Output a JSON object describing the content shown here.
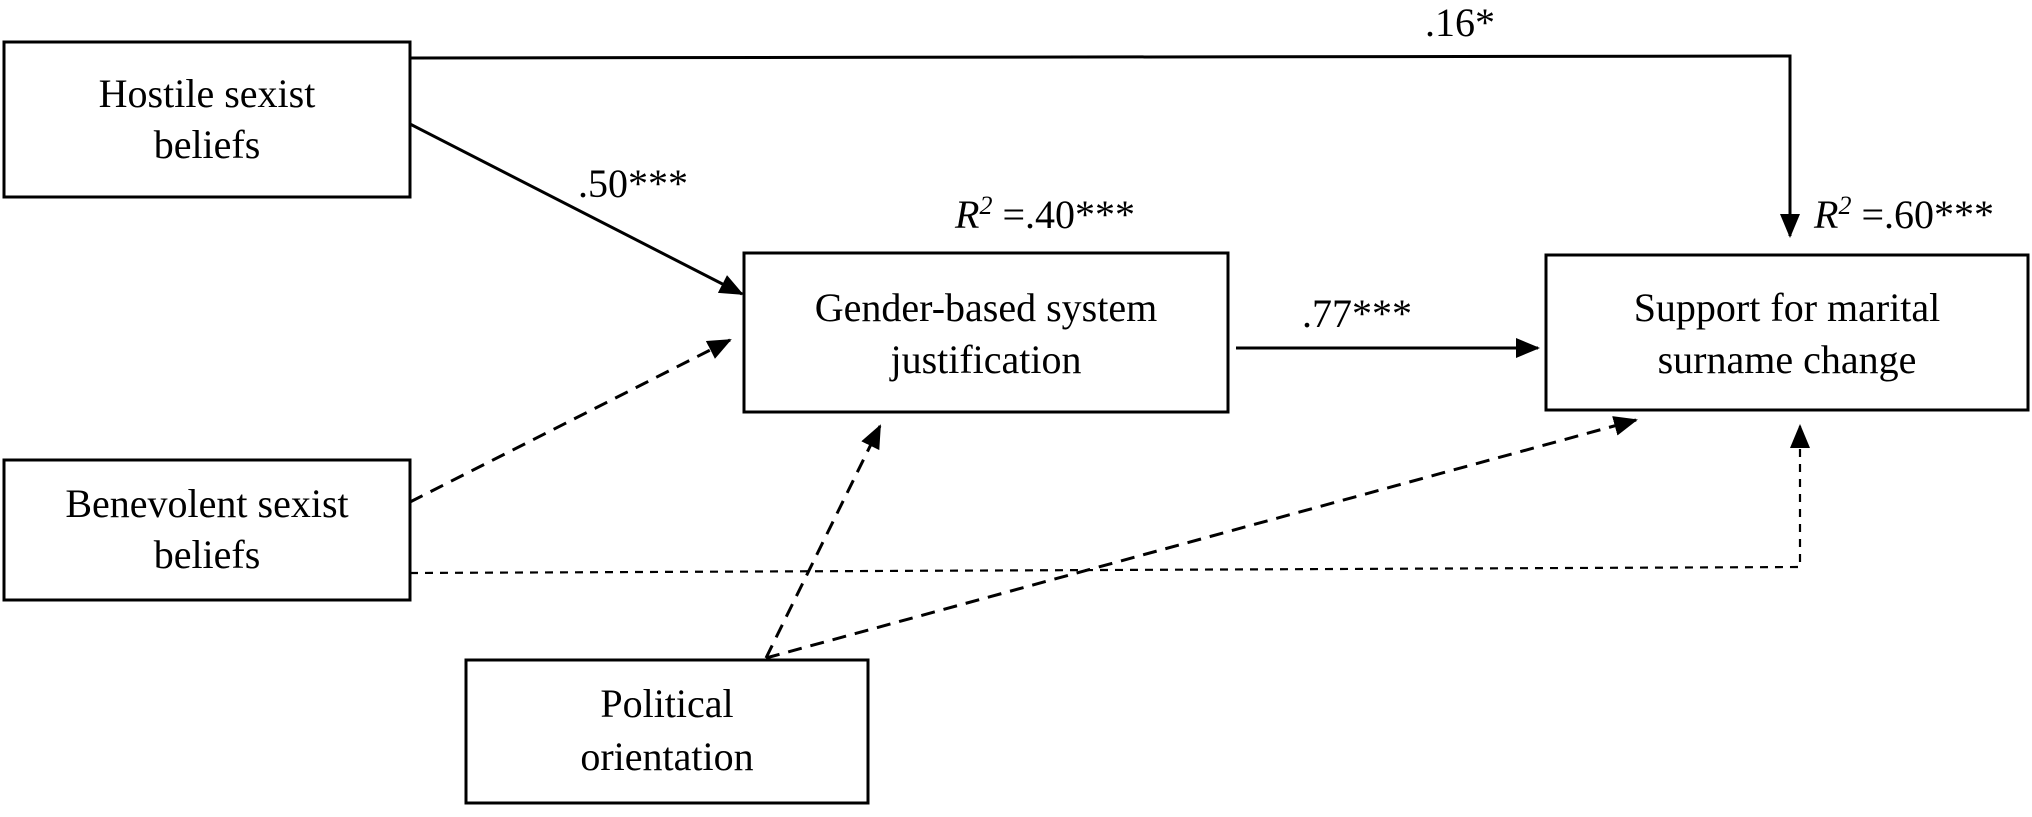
{
  "nodes": {
    "hostile": {
      "line1": "Hostile sexist",
      "line2": "beliefs"
    },
    "benevolent": {
      "line1": "Benevolent sexist",
      "line2": "beliefs"
    },
    "political": {
      "line1": "Political",
      "line2": "orientation"
    },
    "gbsj": {
      "line1": "Gender-based system",
      "line2": "justification"
    },
    "support": {
      "line1": "Support for marital",
      "line2": "surname change"
    }
  },
  "coefficients": {
    "hostile_to_support": ".16*",
    "hostile_to_gbsj": ".50***",
    "gbsj_to_support": ".77***"
  },
  "r_squared": {
    "symbol": "R",
    "exponent": "2",
    "gbsj_value": " =.40***",
    "support_value": " =.60***"
  }
}
